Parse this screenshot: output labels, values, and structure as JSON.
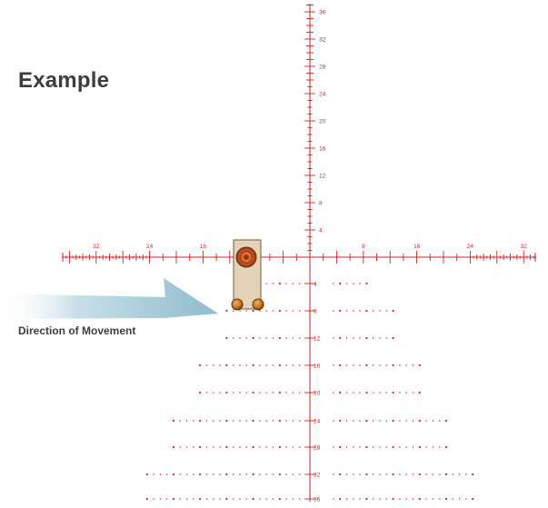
{
  "title": "Example",
  "caption": "Direction of Movement",
  "colors": {
    "reticle": "#d81e1e",
    "text": "#3d3d3d",
    "arrow": "#9ec4d4",
    "target_frame": "#d9c3a3",
    "target_outline": "#7a5a33",
    "bullseye": "#a24a16"
  },
  "reticle": {
    "vertical_up_labels": [
      "4",
      "8",
      "12",
      "16",
      "20",
      "24",
      "28",
      "32",
      "36"
    ],
    "horizontal_labels": [
      "8",
      "16",
      "24",
      "32"
    ],
    "drop_labels": [
      "4",
      "8",
      "12",
      "16",
      "20",
      "24",
      "28",
      "32",
      "36"
    ]
  },
  "icons": {
    "target": "target-icon",
    "arrow": "movement-arrow-icon"
  }
}
